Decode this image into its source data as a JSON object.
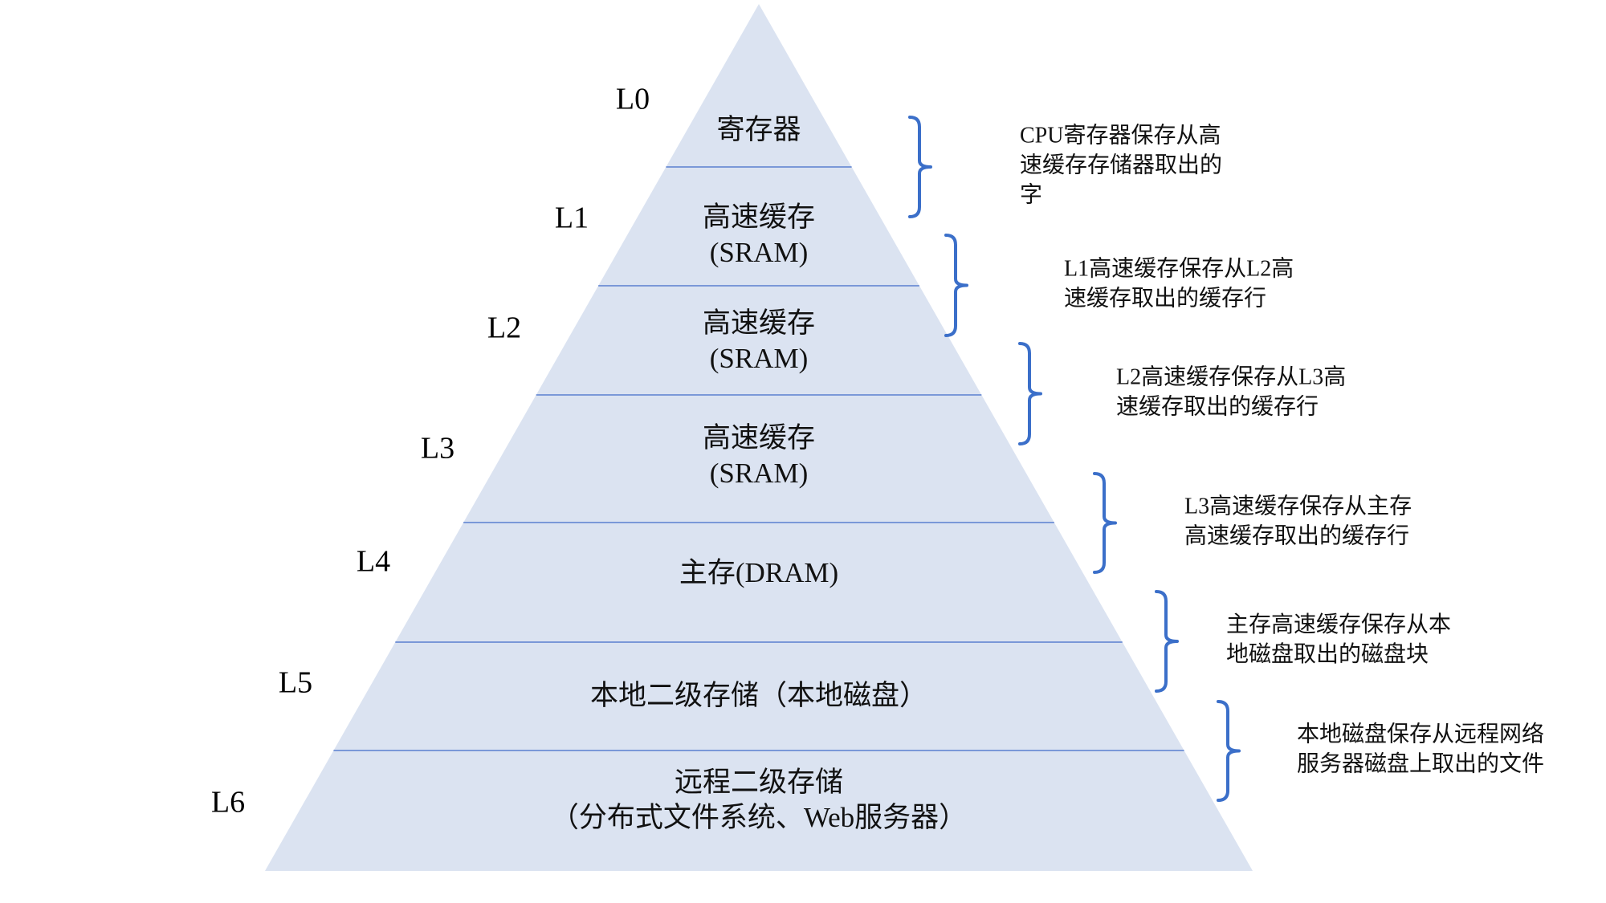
{
  "colors": {
    "pyramid_fill": "#dbe3f1",
    "divider": "#5a7fd0",
    "brace": "#3b6fc9",
    "text": "#111111"
  },
  "levels": [
    {
      "level": "L0",
      "tier_lines": [
        "寄存器"
      ],
      "note_lines": [
        "CPU寄存器保存从高",
        "速缓存存储器取出的",
        "字"
      ]
    },
    {
      "level": "L1",
      "tier_lines": [
        "高速缓存",
        "(SRAM)"
      ],
      "note_lines": [
        "L1高速缓存保存从L2高",
        "速缓存取出的缓存行"
      ]
    },
    {
      "level": "L2",
      "tier_lines": [
        "高速缓存",
        "(SRAM)"
      ],
      "note_lines": [
        "L2高速缓存保存从L3高",
        "速缓存取出的缓存行"
      ]
    },
    {
      "level": "L3",
      "tier_lines": [
        "高速缓存",
        "(SRAM)"
      ],
      "note_lines": [
        "L3高速缓存保存从主存",
        "高速缓存取出的缓存行"
      ]
    },
    {
      "level": "L4",
      "tier_lines": [
        "主存(DRAM)"
      ],
      "note_lines": [
        "主存高速缓存保存从本",
        "地磁盘取出的磁盘块"
      ]
    },
    {
      "level": "L5",
      "tier_lines": [
        "本地二级存储（本地磁盘）"
      ],
      "note_lines": [
        "本地磁盘保存从远程网络",
        "服务器磁盘上取出的文件"
      ]
    },
    {
      "level": "L6",
      "tier_lines": [
        "远程二级存储",
        "（分布式文件系统、Web服务器）"
      ],
      "note_lines": []
    }
  ]
}
